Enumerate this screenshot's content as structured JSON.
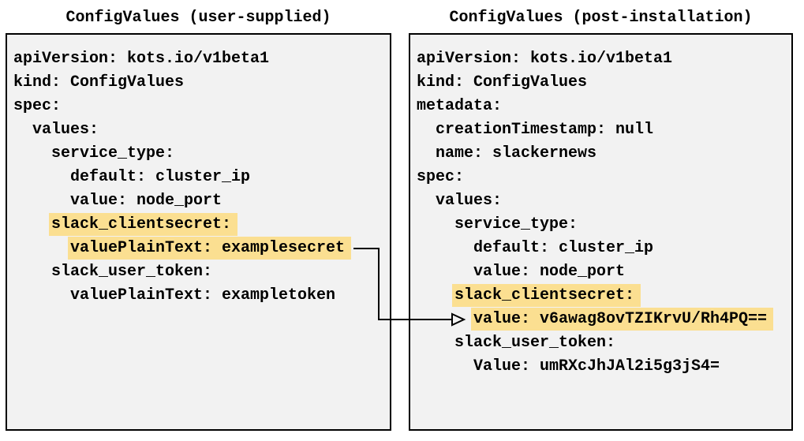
{
  "figure": {
    "left_panel": {
      "title": "ConfigValues (user-supplied)",
      "lines": [
        {
          "indent": 0,
          "text": "apiVersion: kots.io/v1beta1",
          "highlight": false
        },
        {
          "indent": 0,
          "text": "kind: ConfigValues",
          "highlight": false
        },
        {
          "indent": 0,
          "text": "spec:",
          "highlight": false
        },
        {
          "indent": 2,
          "text": "values:",
          "highlight": false
        },
        {
          "indent": 4,
          "text": "service_type:",
          "highlight": false
        },
        {
          "indent": 6,
          "text": "default: cluster_ip",
          "highlight": false
        },
        {
          "indent": 6,
          "text": "value: node_port",
          "highlight": false
        },
        {
          "indent": 4,
          "text": "slack_clientsecret:",
          "highlight": true
        },
        {
          "indent": 6,
          "text": "valuePlainText: examplesecret",
          "highlight": true
        },
        {
          "indent": 4,
          "text": "slack_user_token:",
          "highlight": false
        },
        {
          "indent": 6,
          "text": "valuePlainText: exampletoken",
          "highlight": false
        }
      ]
    },
    "right_panel": {
      "title": "ConfigValues (post-installation)",
      "lines": [
        {
          "indent": 0,
          "text": "apiVersion: kots.io/v1beta1",
          "highlight": false
        },
        {
          "indent": 0,
          "text": "kind: ConfigValues",
          "highlight": false
        },
        {
          "indent": 0,
          "text": "metadata:",
          "highlight": false
        },
        {
          "indent": 2,
          "text": "creationTimestamp: null",
          "highlight": false
        },
        {
          "indent": 2,
          "text": "name: slackernews",
          "highlight": false
        },
        {
          "indent": 0,
          "text": "spec:",
          "highlight": false
        },
        {
          "indent": 2,
          "text": "values:",
          "highlight": false
        },
        {
          "indent": 4,
          "text": "service_type:",
          "highlight": false
        },
        {
          "indent": 6,
          "text": "default: cluster_ip",
          "highlight": false
        },
        {
          "indent": 6,
          "text": "value: node_port",
          "highlight": false
        },
        {
          "indent": 4,
          "text": "slack_clientsecret:",
          "highlight": true
        },
        {
          "indent": 6,
          "text": "value: v6awag8ovTZIKrvU/Rh4PQ==",
          "highlight": true
        },
        {
          "indent": 4,
          "text": "slack_user_token:",
          "highlight": false
        },
        {
          "indent": 6,
          "text": "Value: umRXcJhJAl2i5g3jS4=",
          "highlight": false
        }
      ]
    },
    "arrow": {
      "from_text": "valuePlainText: examplesecret",
      "to_text": "value: v6awag8ovTZIKrvU/Rh4PQ=="
    },
    "colors": {
      "highlight": "#FBDF91",
      "panel_bg": "#F2F2F2",
      "border": "#000000",
      "text": "#000000",
      "background": "#FFFFFF"
    }
  }
}
